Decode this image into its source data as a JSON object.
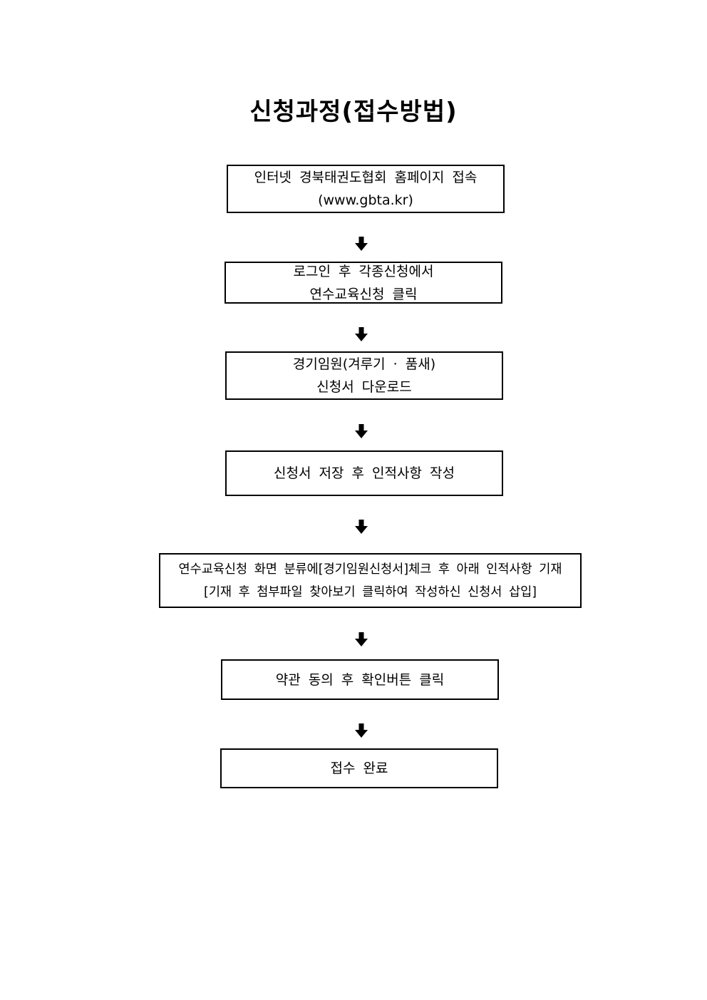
{
  "title": "신청과정(접수방법)",
  "steps": [
    {
      "line1": "인터넷 경북태권도협회 홈페이지 접속",
      "line2": "(www.gbta.kr)"
    },
    {
      "line1": "로그인 후 각종신청에서",
      "line2": "연수교육신청 클릭"
    },
    {
      "line1": "경기임원(겨루기 · 품새)",
      "line2": "신청서 다운로드"
    },
    {
      "line1": "신청서 저장 후 인적사항 작성"
    },
    {
      "line1": "연수교육신청 화면 분류에[경기임원신청서]체크 후 아래 인적사항 기재",
      "line2": "[기재 후 첨부파일 찾아보기 클릭하여 작성하신 신청서 삽입]"
    },
    {
      "line1": "약관 동의 후 확인버튼 클릭"
    },
    {
      "line1": "접수 완료"
    }
  ],
  "arrow_icon": "arrow-down-icon"
}
